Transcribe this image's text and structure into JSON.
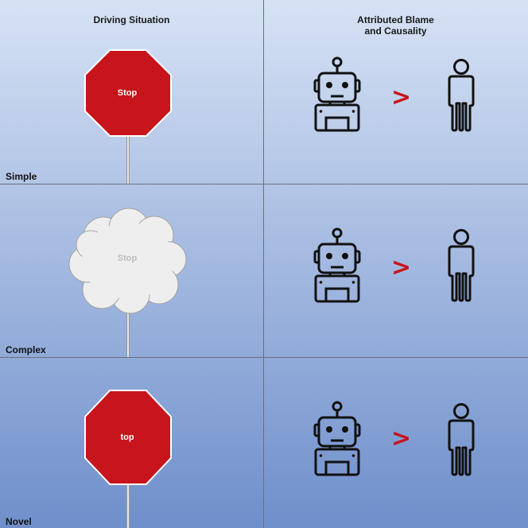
{
  "headers": {
    "situation": "Driving Situation",
    "blame_line1": "Attributed Blame",
    "blame_line2": "and Causality"
  },
  "rows": [
    {
      "label": "Simple",
      "sign_text": "Stop",
      "sign_style": "octagon",
      "comparison": ">"
    },
    {
      "label": "Complex",
      "sign_text": "Stop",
      "sign_style": "cloud",
      "comparison": ">"
    },
    {
      "label": "Novel",
      "sign_text": "top",
      "sign_style": "octagon",
      "comparison": ">"
    }
  ],
  "icons": {
    "agent_a": "robot-icon",
    "agent_b": "person-icon"
  },
  "colors": {
    "sign_red": "#c8141c",
    "comparison_red": "#c8141c",
    "cloud_fill": "#eeeeee",
    "cloud_text": "#bcbcbc"
  }
}
